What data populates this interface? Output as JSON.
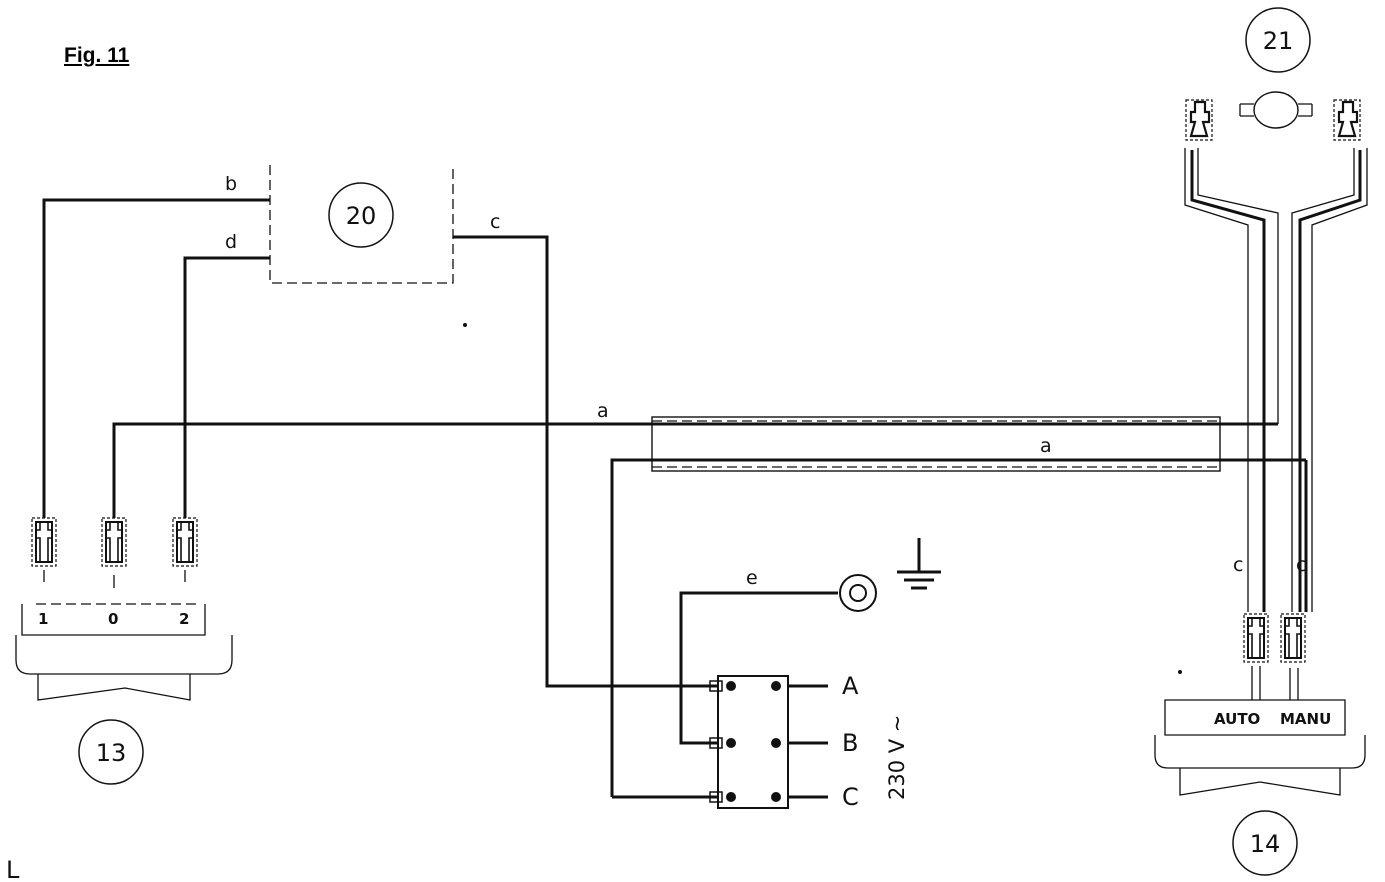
{
  "figure": {
    "title": "Fig. 11"
  },
  "components": {
    "switch_13": {
      "ref": "13",
      "pins": [
        "1",
        "0",
        "2"
      ]
    },
    "box_20": {
      "ref": "20"
    },
    "motor_21": {
      "ref": "21"
    },
    "switch_14": {
      "ref": "14",
      "pins": [
        "AUTO",
        "MANU"
      ]
    },
    "terminal": {
      "phases": [
        "A",
        "B",
        "C"
      ],
      "voltage": "230 V ~"
    }
  },
  "wires": {
    "a": "a",
    "b": "b",
    "c": "c",
    "d": "d",
    "e": "e"
  },
  "corner_mark": "L"
}
